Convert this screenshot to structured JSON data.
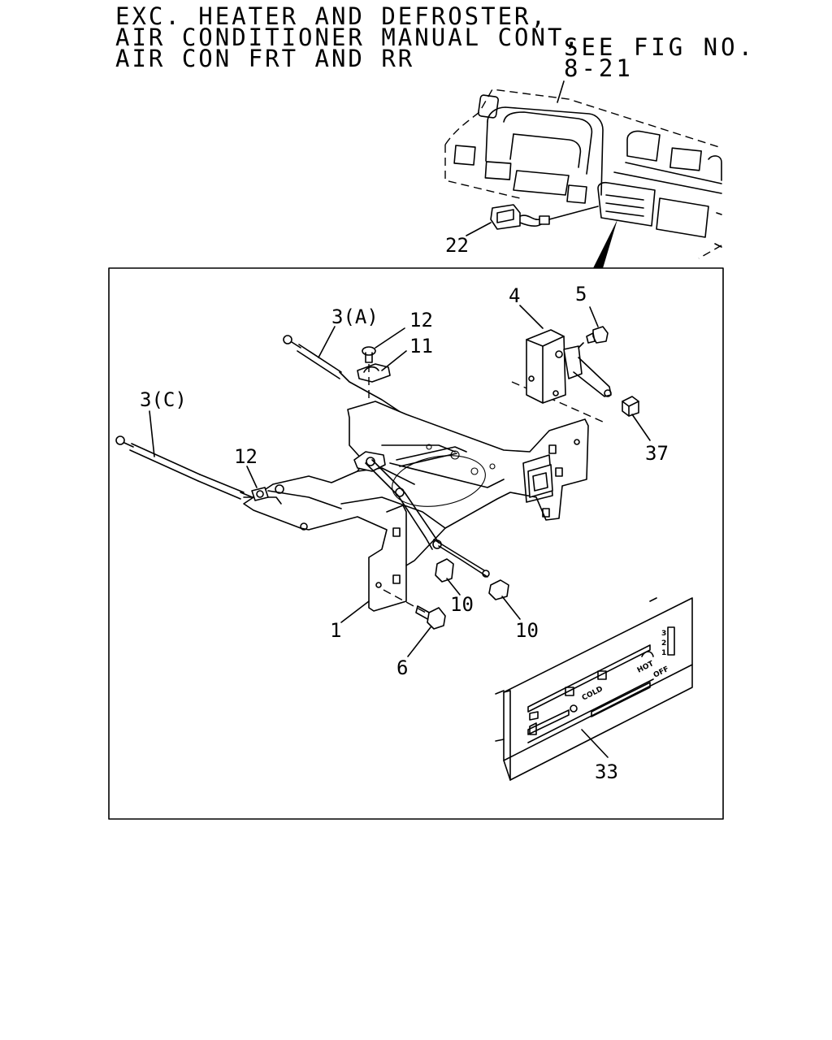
{
  "header": {
    "lines": [
      "EXC. HEATER AND DEFROSTER,",
      "AIR CONDITIONER MANUAL CONT,",
      "AIR CON FRT AND RR"
    ],
    "see_fig_line1": "SEE FIG NO.",
    "see_fig_line2": "8-21"
  },
  "callouts": {
    "c1": "1",
    "c3a": "3(A)",
    "c3c": "3(C)",
    "c4": "4",
    "c5": "5",
    "c6": "6",
    "c10a": "10",
    "c10b": "10",
    "c11": "11",
    "c12a": "12",
    "c12b": "12",
    "c22": "22",
    "c33": "33",
    "c37": "37"
  },
  "control_panel": {
    "hot": "HOT",
    "cold": "COLD",
    "off": "OFF",
    "fan_3": "3",
    "fan_2": "2",
    "fan_1": "1"
  }
}
